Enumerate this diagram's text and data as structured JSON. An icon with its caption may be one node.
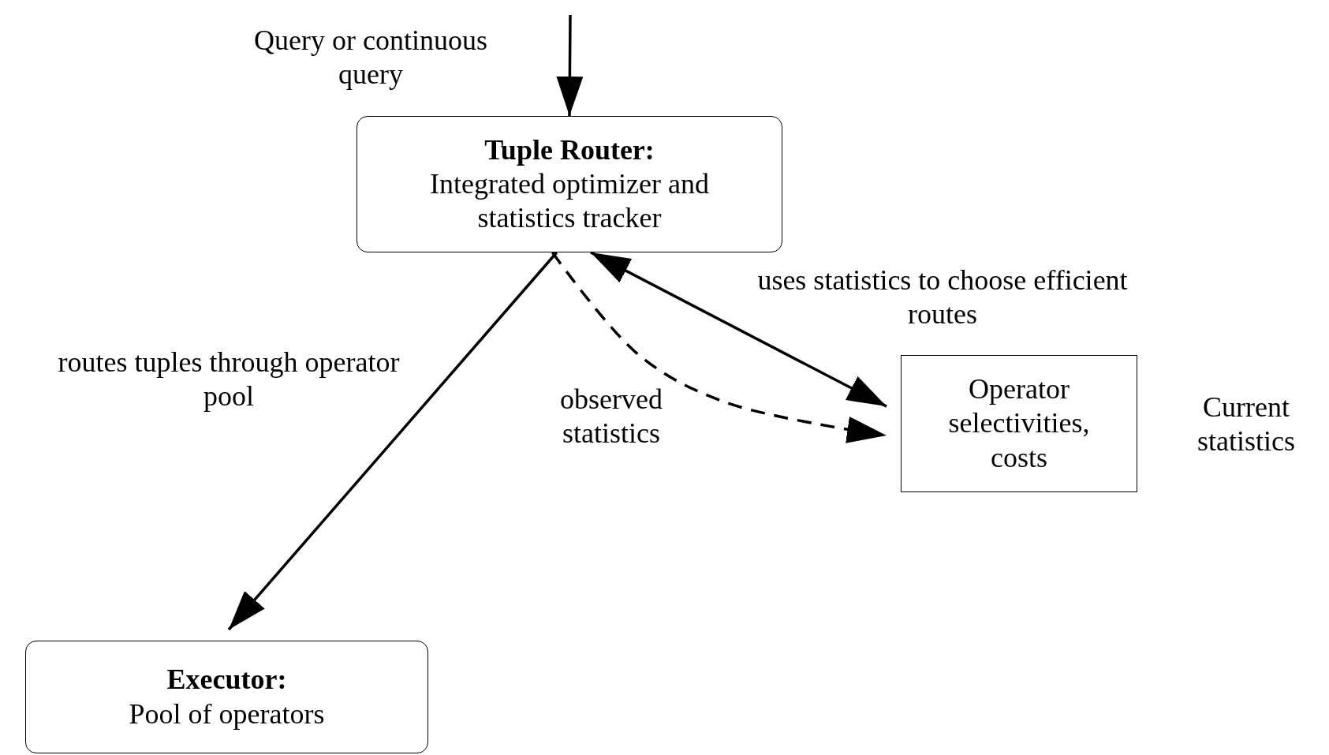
{
  "diagram": {
    "nodes": [
      {
        "text": [
          "Tuple Router:",
          "Integrated optimizer and statistics tracker"
        ]
      },
      {
        "text": [
          "Operator selectivities, costs"
        ],
        "beside": [
          "Current statistics"
        ]
      },
      {
        "text": [
          "Executor:",
          "Pool of operators"
        ]
      }
    ],
    "edges": [
      {
        "from": null,
        "to": 0,
        "arrow": "to",
        "label": "Query or continuous query"
      },
      {
        "from": 0,
        "to": 2,
        "arrow": "to",
        "label": "routes tuples through operator pool"
      },
      {
        "from": 0,
        "to": 1,
        "arrow": "both",
        "label": "uses statistics to choose efficient routes"
      },
      {
        "from": 0,
        "to": 1,
        "arrow": "to",
        "style": "dashed",
        "label": "observed statistics"
      }
    ]
  }
}
